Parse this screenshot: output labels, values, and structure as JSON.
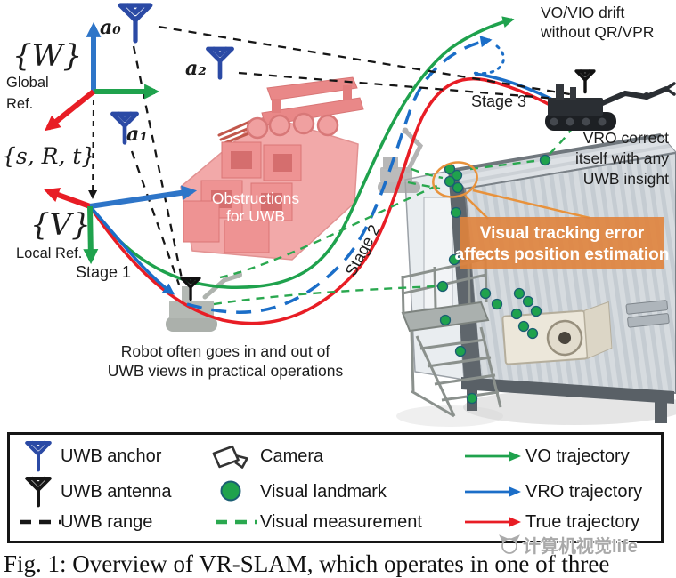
{
  "colors": {
    "vo_green": "#1fa24d",
    "vro_blue": "#1b6ec8",
    "true_red": "#e81d25",
    "anchor_blue": "#2b4aa5",
    "measurement_green": "#2aa84f",
    "landmark_green": "#1fa24d",
    "obstruction_red": "#f2a3a3",
    "callout_orange": "#e0833c"
  },
  "diagram": {
    "global_frame": {
      "symbol": "{W}",
      "ref_line1": "Global",
      "ref_line2": "Ref."
    },
    "transform_label": "{s, R, t}",
    "local_frame": {
      "symbol": "{V}",
      "ref": "Local Ref."
    },
    "anchor_labels": {
      "a0": "a₀",
      "a1": "a₁",
      "a2": "a₂"
    },
    "stages": {
      "stage1": "Stage 1",
      "stage2": "Stage 2",
      "stage3": "Stage 3"
    },
    "obstruction_label": {
      "line1": "Obstructions",
      "line2": "for UWB"
    },
    "vo_drift_note": {
      "line1": "VO/VIO drift",
      "line2": "without QR/VPR"
    },
    "vro_note": {
      "line1": "VRO correct",
      "line2": "itself with any",
      "line3": "UWB insight"
    },
    "tracking_error_note": {
      "line1": "Visual tracking error",
      "line2": "affects position estimation"
    },
    "robot_note": {
      "line1": "Robot often goes in and out of",
      "line2": "UWB views in practical operations"
    }
  },
  "landmark_points": [
    [
      505,
      190
    ],
    [
      513,
      197
    ],
    [
      505,
      204
    ],
    [
      514,
      211
    ],
    [
      512,
      239
    ],
    [
      497,
      322
    ],
    [
      510,
      292
    ],
    [
      545,
      330
    ],
    [
      558,
      342
    ],
    [
      500,
      360
    ],
    [
      583,
      330
    ],
    [
      593,
      339
    ],
    [
      580,
      353
    ],
    [
      588,
      367
    ],
    [
      602,
      350
    ],
    [
      598,
      375
    ],
    [
      517,
      395
    ],
    [
      530,
      448
    ],
    [
      612,
      180
    ]
  ],
  "legend": {
    "items": [
      {
        "icon": "uwb-anchor-icon",
        "label": "UWB anchor"
      },
      {
        "icon": "uwb-antenna-icon",
        "label": "UWB antenna"
      },
      {
        "icon": "uwb-range-icon",
        "label": "UWB range"
      },
      {
        "icon": "camera-icon",
        "label": "Camera"
      },
      {
        "icon": "visual-landmark-icon",
        "label": "Visual landmark"
      },
      {
        "icon": "visual-measurement-icon",
        "label": "Visual measurement"
      },
      {
        "icon": "vo-trajectory-arrow",
        "label": "VO trajectory"
      },
      {
        "icon": "vro-trajectory-arrow",
        "label": "VRO trajectory"
      },
      {
        "icon": "true-trajectory-arrow",
        "label": "True trajectory"
      }
    ]
  },
  "watermark": "计算机视觉life",
  "caption": "Fig. 1: Overview of VR-SLAM, which operates in one of three"
}
